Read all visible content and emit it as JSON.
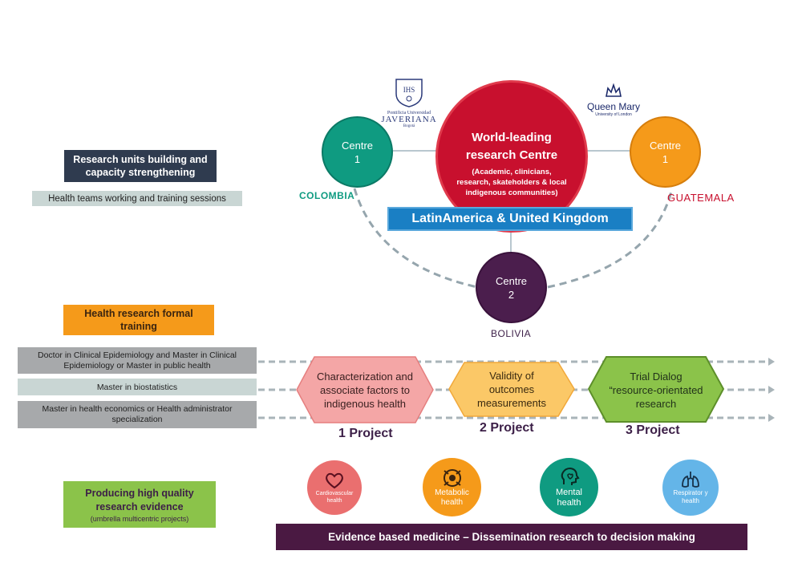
{
  "left": {
    "units_title": "Research units building and capacity strengthening",
    "teams": "Health teams working and training sessions",
    "formal_training": "Health research formal training",
    "program1": "Doctor in Clinical Epidemiology and Master in Clinical Epidemiology or Master in public health",
    "program2": "Master in biostatistics",
    "program3": "Master in health economics or Health administrator specialization",
    "evidence_title": "Producing high quality research evidence",
    "evidence_sub": "(umbrella multicentric projects)"
  },
  "network": {
    "logo_javeriana_small": "Pontificia Universidad",
    "logo_javeriana": "JAVERIANA",
    "logo_javeriana_city": "Bogotá",
    "logo_qm": "Queen Mary",
    "logo_qm_sub": "University of London",
    "main_title": "World-leading research Centre",
    "main_sub": "(Academic, clinicians, research, skateholders & local indigenous communities)",
    "centre_colombia": "Centre",
    "centre_colombia_num": "1",
    "centre_guatemala": "Centre",
    "centre_guatemala_num": "1",
    "centre_bolivia": "Centre",
    "centre_bolivia_num": "2",
    "colombia": "COLOMBIA",
    "guatemala": "GUATEMALA",
    "bolivia": "BOLIVIA",
    "banner": "LatinAmerica & United Kingdom"
  },
  "projects": [
    {
      "text": "Characterization and associate factors to indigenous health",
      "label": "1 Project"
    },
    {
      "text": "Validity of outcomes measurements",
      "label": "2 Project"
    },
    {
      "text": "Trial Dialog “resource-orientated research",
      "label": "3 Project"
    }
  ],
  "health_areas": [
    {
      "label": "Cardiovascular health",
      "icon": "heart-icon"
    },
    {
      "label": "Metabolic health",
      "icon": "metabolic-icon"
    },
    {
      "label": "Mental health",
      "icon": "brain-icon"
    },
    {
      "label": "Respirator y health",
      "icon": "lungs-icon"
    }
  ],
  "footer_banner": "Evidence based medicine – Dissemination research to decision making",
  "colors": {
    "navy": "#2f3b4f",
    "orange": "#f59a1a",
    "green": "#8bc34a",
    "teal": "#0f9b81",
    "red": "#c8102e",
    "purple": "#4b1e4d",
    "blue": "#1a7fc4",
    "banner_dark": "#4a1942"
  }
}
